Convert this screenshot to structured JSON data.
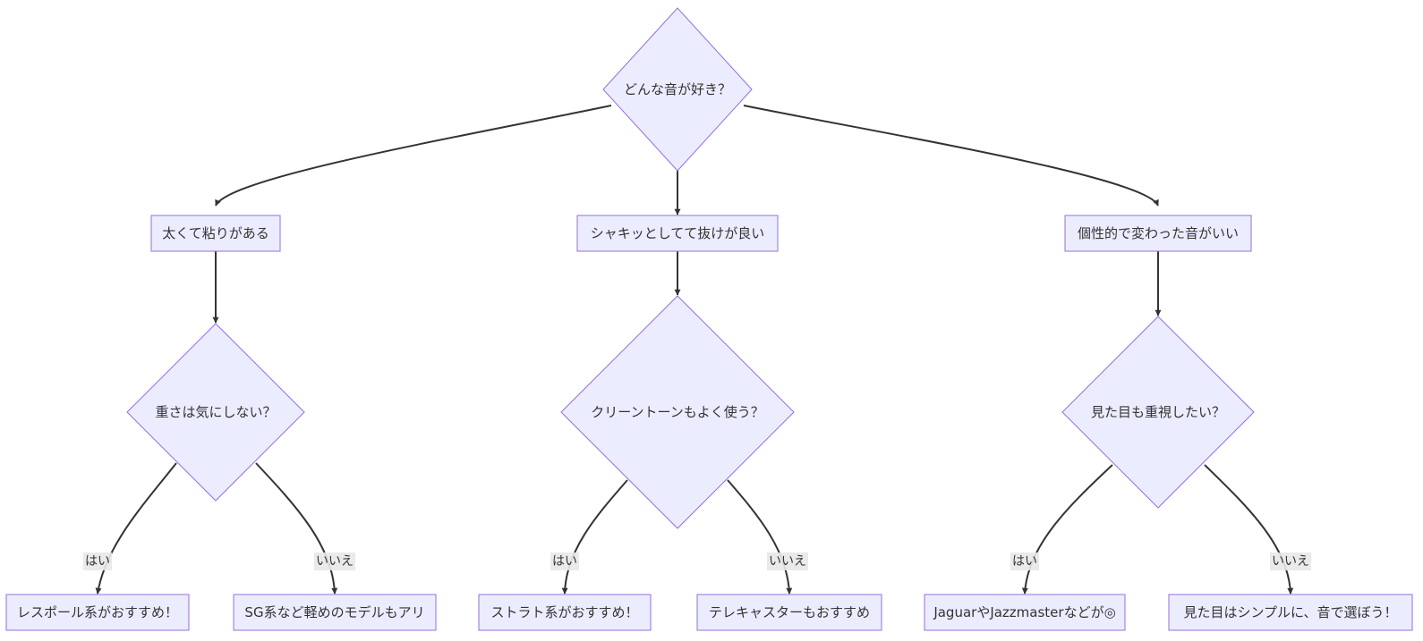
{
  "diagram": {
    "type": "flowchart",
    "colors": {
      "node_fill": "#ECECFF",
      "node_stroke": "#9370DB",
      "edge": "#333333",
      "edge_label_bg": "#e8e8e8",
      "text": "#333333"
    },
    "nodes": {
      "start": {
        "label": "どんな音が好き？",
        "shape": "decision"
      },
      "fat": {
        "label": "太くて粘りがある",
        "shape": "process"
      },
      "crisp": {
        "label": "シャキッとしてて抜けが良い",
        "shape": "process"
      },
      "unique": {
        "label": "個性的で変わった音がいい",
        "shape": "process"
      },
      "q_weight": {
        "label": "重さは気にしない？",
        "shape": "decision"
      },
      "q_clean": {
        "label": "クリーントーンもよく使う？",
        "shape": "decision"
      },
      "q_looks": {
        "label": "見た目も重視したい？",
        "shape": "decision"
      },
      "lespaul": {
        "label": "レスポール系がおすすめ！",
        "shape": "process"
      },
      "sg": {
        "label": "SG系など軽めのモデルもアリ",
        "shape": "process"
      },
      "strat": {
        "label": "ストラト系がおすすめ！",
        "shape": "process"
      },
      "tele": {
        "label": "テレキャスターもおすすめ",
        "shape": "process"
      },
      "jaguar": {
        "label": "JaguarやJazzmasterなどが◎",
        "shape": "process"
      },
      "simple": {
        "label": "見た目はシンプルに、音で選ぼう！",
        "shape": "process"
      }
    },
    "edges": [
      {
        "from": "start",
        "to": "fat",
        "label": ""
      },
      {
        "from": "start",
        "to": "crisp",
        "label": ""
      },
      {
        "from": "start",
        "to": "unique",
        "label": ""
      },
      {
        "from": "fat",
        "to": "q_weight",
        "label": ""
      },
      {
        "from": "crisp",
        "to": "q_clean",
        "label": ""
      },
      {
        "from": "unique",
        "to": "q_looks",
        "label": ""
      },
      {
        "from": "q_weight",
        "to": "lespaul",
        "label": "はい"
      },
      {
        "from": "q_weight",
        "to": "sg",
        "label": "いいえ"
      },
      {
        "from": "q_clean",
        "to": "strat",
        "label": "はい"
      },
      {
        "from": "q_clean",
        "to": "tele",
        "label": "いいえ"
      },
      {
        "from": "q_looks",
        "to": "jaguar",
        "label": "はい"
      },
      {
        "from": "q_looks",
        "to": "simple",
        "label": "いいえ"
      }
    ]
  }
}
